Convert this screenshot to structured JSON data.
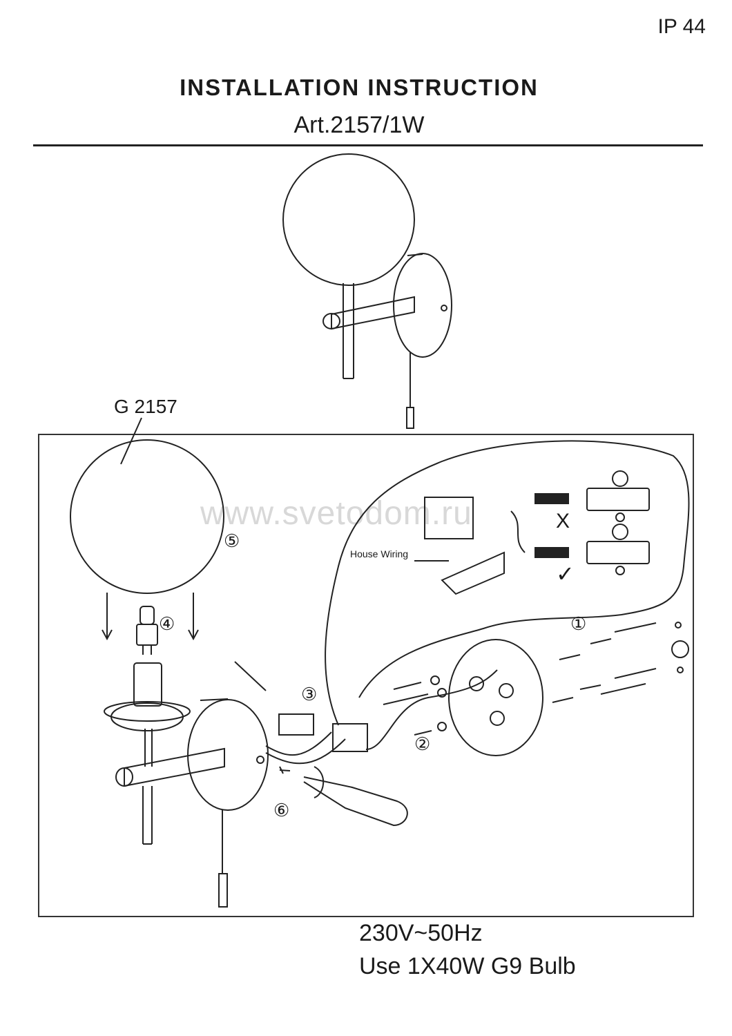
{
  "header": {
    "ip_rating": "IP 44",
    "title": "INSTALLATION  INSTRUCTION",
    "article": "Art.2157/1W"
  },
  "diagram": {
    "part_label": "G 2157",
    "house_wiring_label": "House Wiring",
    "watermark": "www.svetodom.ru",
    "steps": [
      "①",
      "②",
      "③",
      "④",
      "⑤",
      "⑥"
    ],
    "wrong_mark": "X",
    "right_mark": "✓"
  },
  "specs": {
    "voltage": "230V~50Hz",
    "bulb": "Use 1X40W G9 Bulb"
  }
}
